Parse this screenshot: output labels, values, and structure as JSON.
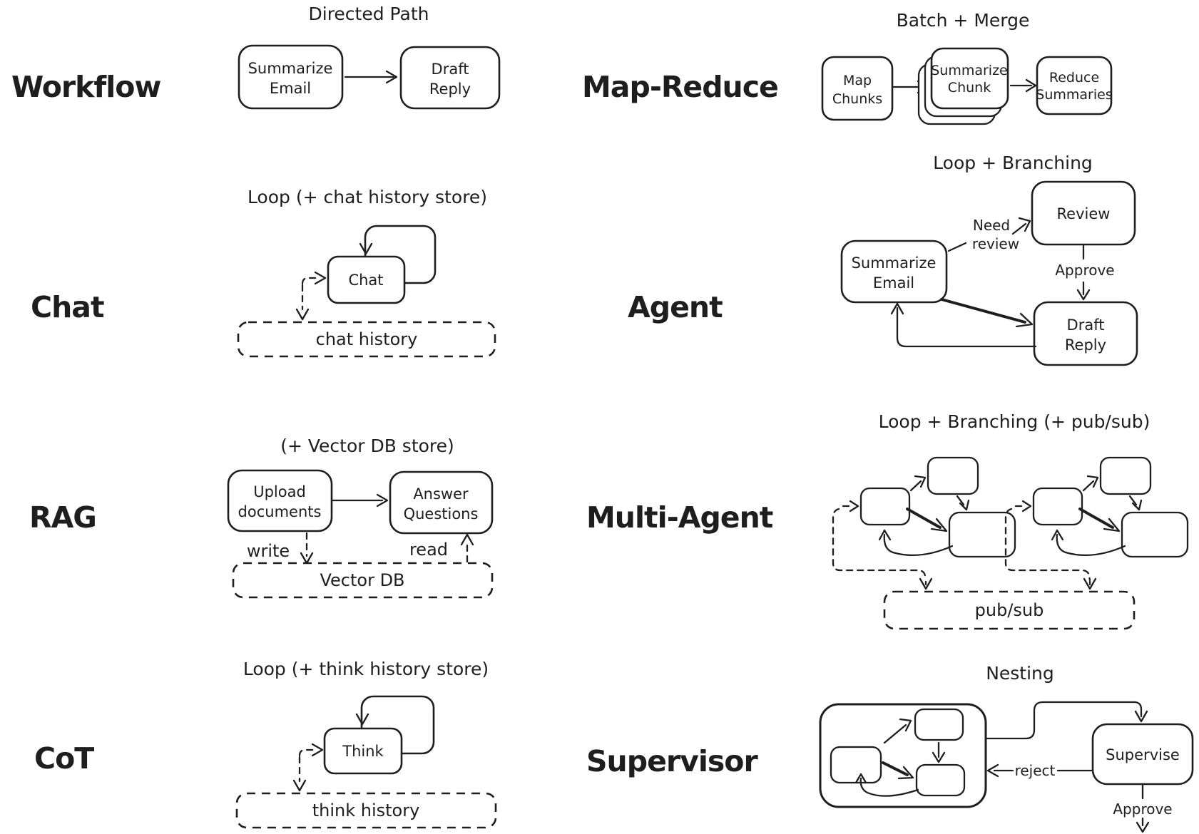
{
  "colors": {
    "ink": "#1e1e1e",
    "background": "#ffffff"
  },
  "sections": {
    "workflow": {
      "label": "Workflow",
      "title": "Directed Path",
      "nodes": {
        "summarize_email": [
          "Summarize",
          "Email"
        ],
        "draft_reply": [
          "Draft",
          "Reply"
        ]
      }
    },
    "map_reduce": {
      "label": "Map-Reduce",
      "title": "Batch + Merge",
      "nodes": {
        "map_chunks": [
          "Map",
          "Chunks"
        ],
        "summarize_chunk": [
          "Summarize",
          "Chunk"
        ],
        "reduce_summaries": [
          "Reduce",
          "Summaries"
        ]
      }
    },
    "chat": {
      "label": "Chat",
      "title": "Loop (+ chat history store)",
      "nodes": {
        "chat": "Chat"
      },
      "store": "chat history"
    },
    "agent": {
      "label": "Agent",
      "title": "Loop + Branching",
      "nodes": {
        "summarize_email": [
          "Summarize",
          "Email"
        ],
        "review": "Review",
        "draft_reply": [
          "Draft",
          "Reply"
        ]
      },
      "edges": {
        "need_review": [
          "Need",
          "review"
        ],
        "approve": "Approve"
      }
    },
    "rag": {
      "label": "RAG",
      "title": "(+ Vector DB store)",
      "nodes": {
        "upload_documents": [
          "Upload",
          "documents"
        ],
        "answer_questions": [
          "Answer",
          "Questions"
        ]
      },
      "edges": {
        "write": "write",
        "read": "read"
      },
      "store": "Vector DB"
    },
    "multi_agent": {
      "label": "Multi-Agent",
      "title": "Loop + Branching (+ pub/sub)",
      "store": "pub/sub"
    },
    "cot": {
      "label": "CoT",
      "title": "Loop (+ think history store)",
      "nodes": {
        "think": "Think"
      },
      "store": "think history"
    },
    "supervisor": {
      "label": "Supervisor",
      "title": "Nesting",
      "nodes": {
        "supervise": "Supervise"
      },
      "edges": {
        "reject": "reject",
        "approve": "Approve"
      }
    }
  }
}
